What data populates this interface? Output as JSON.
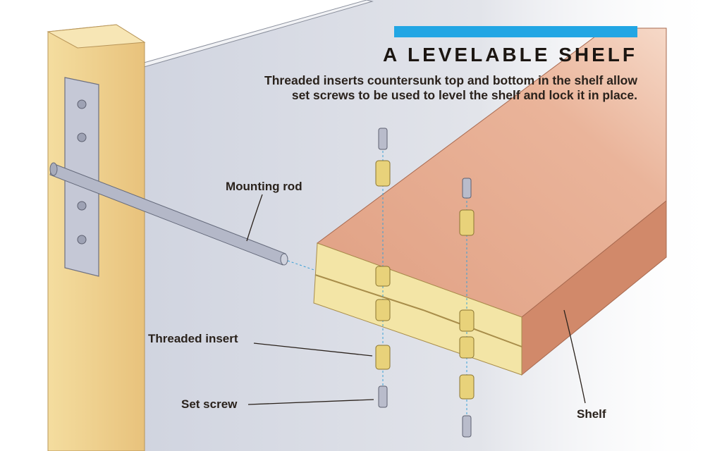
{
  "title": "A LEVELABLE SHELF",
  "subtitle_line1": "Threaded inserts countersunk top and bottom in the shelf allow",
  "subtitle_line2": "set screws to be used to level the shelf and lock it in place.",
  "labels": {
    "mounting_rod": "Mounting rod",
    "threaded_insert": "Threaded insert",
    "set_screw": "Set screw",
    "shelf": "Shelf"
  },
  "colors": {
    "accent_bar": "#22a6e4",
    "wall": "#d9dde6",
    "post": "#f0d393",
    "shelf_top": "#e6a98c",
    "shelf_end": "#f3e5a6",
    "shelf_side": "#d38e70",
    "metal": "#b9bccb",
    "brass": "#e8d27a"
  }
}
